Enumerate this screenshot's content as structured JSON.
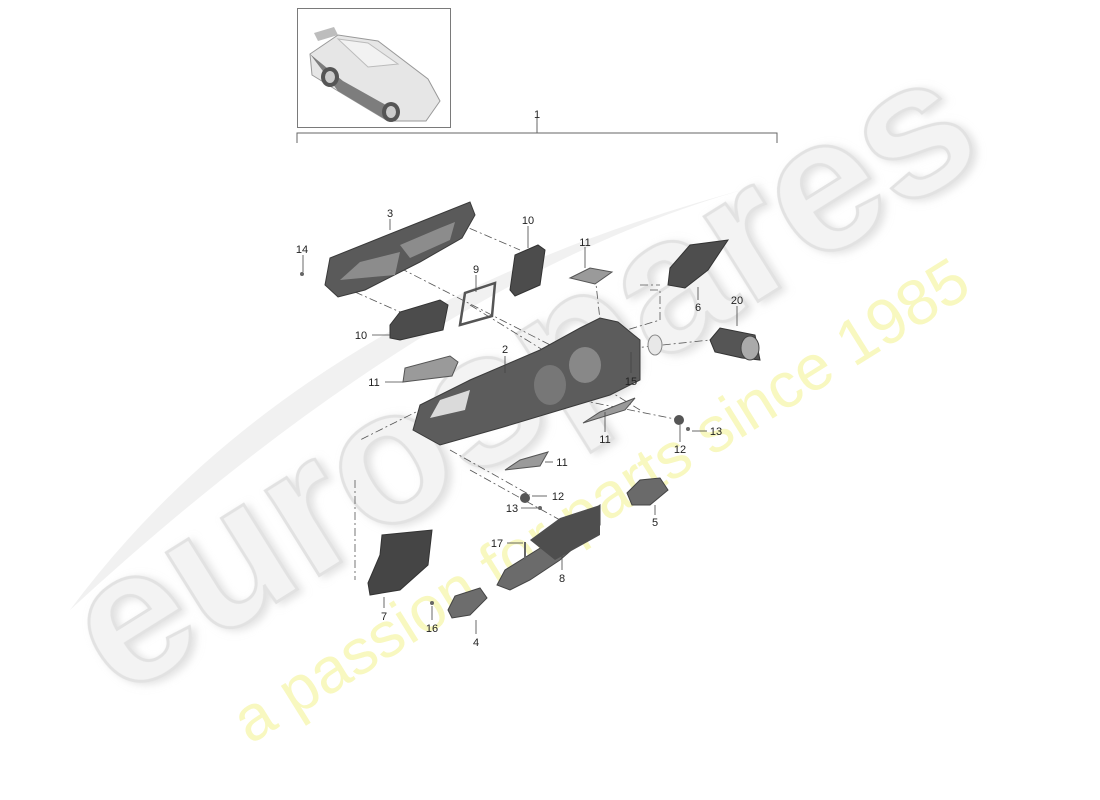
{
  "watermark": {
    "brand_text": "eurospares",
    "tagline": "a passion for parts since 1985",
    "brand_color": "#e9e9e9",
    "tagline_color": "#f6f6b0"
  },
  "thumbnail": {
    "subject": "car-overview-image"
  },
  "assembly": {
    "label": "1"
  },
  "parts": [
    {
      "num": "2",
      "label": "2"
    },
    {
      "num": "3",
      "label": "3"
    },
    {
      "num": "4",
      "label": "4"
    },
    {
      "num": "5",
      "label": "5"
    },
    {
      "num": "6",
      "label": "6"
    },
    {
      "num": "7",
      "label": "7"
    },
    {
      "num": "8",
      "label": "8"
    },
    {
      "num": "9",
      "label": "9"
    },
    {
      "num": "10a",
      "label": "10"
    },
    {
      "num": "10b",
      "label": "10"
    },
    {
      "num": "11a",
      "label": "11"
    },
    {
      "num": "11b",
      "label": "11"
    },
    {
      "num": "11c",
      "label": "11"
    },
    {
      "num": "11d",
      "label": "11"
    },
    {
      "num": "12a",
      "label": "12"
    },
    {
      "num": "12b",
      "label": "12"
    },
    {
      "num": "13a",
      "label": "13"
    },
    {
      "num": "13b",
      "label": "13"
    },
    {
      "num": "14",
      "label": "14"
    },
    {
      "num": "15",
      "label": "15"
    },
    {
      "num": "16",
      "label": "16"
    },
    {
      "num": "17",
      "label": "17"
    },
    {
      "num": "20",
      "label": "20"
    }
  ],
  "colors": {
    "part_dark": "#4a4a4a",
    "part_mid": "#6e6e6e",
    "part_light": "#9a9a9a",
    "line": "#555555"
  }
}
